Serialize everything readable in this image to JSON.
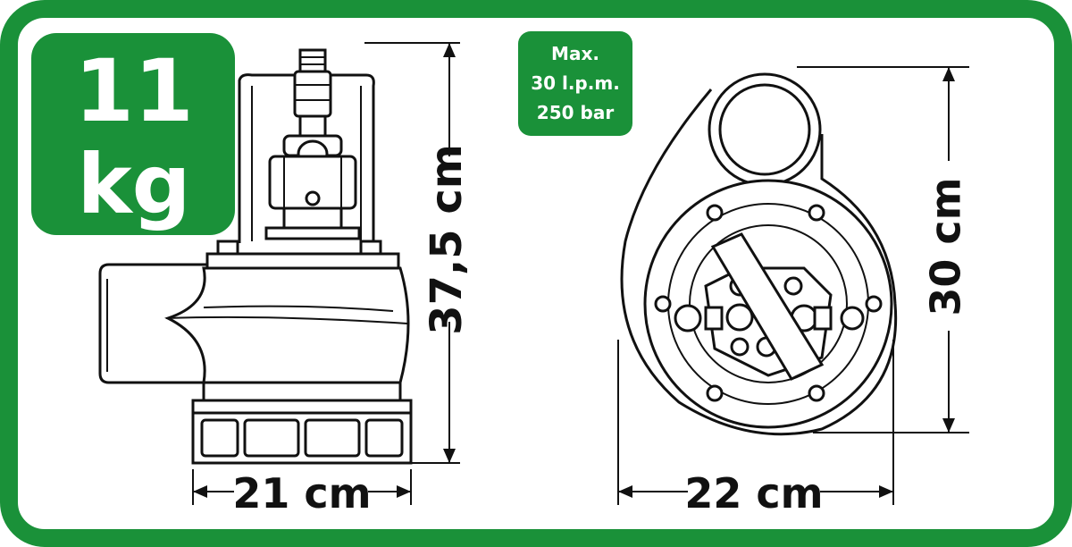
{
  "colors": {
    "brand_green": "#1a9139",
    "ink": "#111111",
    "background": "#ffffff"
  },
  "weight_badge": {
    "value": "11",
    "unit": "kg"
  },
  "spec_badge": {
    "line1": "Max.",
    "line2": "30 l.p.m.",
    "line3": "250 bar"
  },
  "side_view": {
    "height_label": "37,5 cm",
    "width_label": "21 cm"
  },
  "top_view": {
    "height_label": "30 cm",
    "width_label": "22 cm"
  },
  "icons": [
    "pump-side-view-icon",
    "pump-top-view-icon"
  ]
}
